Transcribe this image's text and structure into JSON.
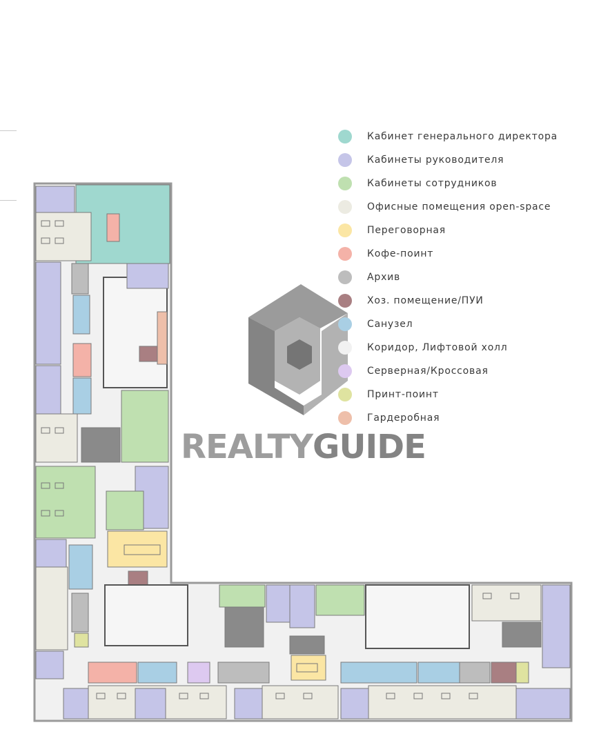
{
  "legend": {
    "items": [
      {
        "label": "Кабинет генерального директора",
        "color": "#9fd8cf"
      },
      {
        "label": "Кабинеты руководителя",
        "color": "#c5c5e8"
      },
      {
        "label": "Кабинеты сотрудников",
        "color": "#bfe0b0"
      },
      {
        "label": "Офисные помещения open-space",
        "color": "#ecebe2"
      },
      {
        "label": "Переговорная",
        "color": "#fbe6a4"
      },
      {
        "label": "Кофе-поинт",
        "color": "#f4b2a8"
      },
      {
        "label": "Архив",
        "color": "#bdbdbd"
      },
      {
        "label": "Хоз. помещение/ПУИ",
        "color": "#a97f82"
      },
      {
        "label": "Санузел",
        "color": "#a9cfe4"
      },
      {
        "label": "Коридор, Лифтовой холл",
        "color": "#f1f1f1"
      },
      {
        "label": "Серверная/Кроссовая",
        "color": "#ddc9f0"
      },
      {
        "label": "Принт-поинт",
        "color": "#dfe3a0"
      },
      {
        "label": "Гардеробная",
        "color": "#eebfaa"
      }
    ]
  },
  "watermark": {
    "text_a": "REALTY",
    "text_b": "GUIDE"
  }
}
